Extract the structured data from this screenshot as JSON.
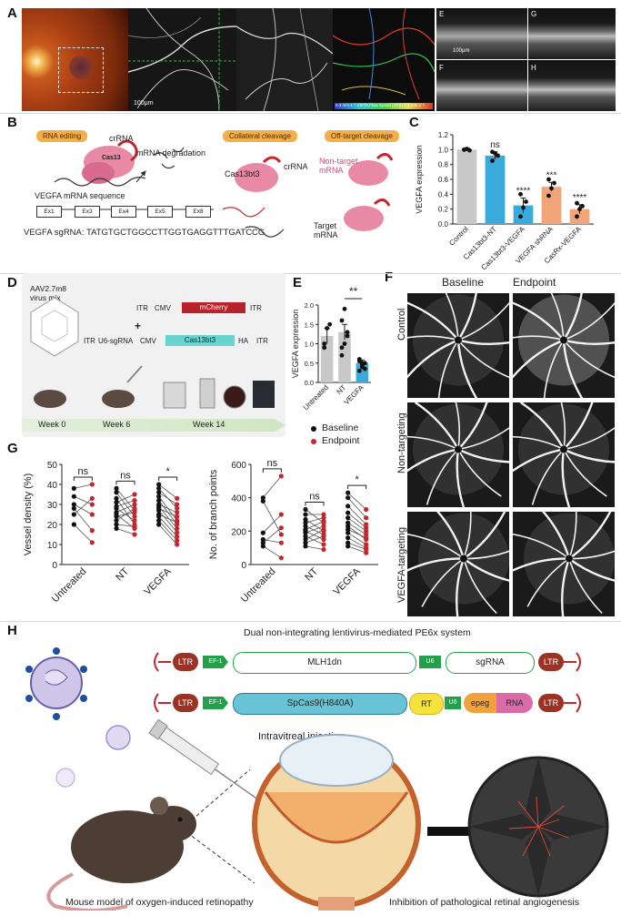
{
  "panel_labels": {
    "A": "A",
    "B": "B",
    "C": "C",
    "D": "D",
    "E": "E",
    "F": "F",
    "G": "G",
    "H": "H"
  },
  "panelA": {
    "scale_bar_1": "100μm",
    "scale_bar_2": "100μm",
    "flow_legend": "0.3 mm s⁻¹   VISTA Flow Speed (VFS)   2.5 mm s⁻¹",
    "oct_labels": [
      "E",
      "G",
      "F",
      "H"
    ]
  },
  "panelB": {
    "badges": [
      "RNA editing",
      "Collateral cleavage",
      "Off-target cleavage"
    ],
    "crRNA_1": "crRNA",
    "mrna_degradation": "mRNA degradation",
    "cas13": "Cas13",
    "vegfa_mrna": "VEGFA mRNA sequence",
    "exons": [
      "Ex1",
      "Ex3",
      "Ex4",
      "Ex5",
      "Ex8"
    ],
    "sgrna_line": "VEGFA sgRNA: TATGTGCTGGCCTTGGTGAGGTTTGATCCG",
    "cas13bt3": "Cas13bt3",
    "crRNA_2": "crRNA",
    "non_target": "Non-target mRNA",
    "target": "Target mRNA"
  },
  "panelD": {
    "virus_mix": "AAV2.7m8 virus mix",
    "construct1": {
      "itr_left": "ITR",
      "cmv": "CMV",
      "gene": "mCherry",
      "itr_right": "ITR"
    },
    "plus": "+",
    "construct2": {
      "itr_left": "ITR",
      "u6": "U6-sgRNA",
      "cmv": "CMV",
      "gene": "Cas13bt3",
      "ha": "HA",
      "itr_right": "ITR"
    },
    "timeline": [
      "Week 0",
      "Week 6",
      "Week 14"
    ]
  },
  "panelF": {
    "col_headers": [
      "Baseline",
      "Endpoint"
    ],
    "row_labels": [
      "Control",
      "Non-targeting",
      "VEGFA-targeting"
    ]
  },
  "panelH": {
    "title": "Dual non-integrating lentivirus-mediated PE6x system",
    "vector1": {
      "ltr_left": "LTR",
      "ef1": "EF-1",
      "gene": "MLH1dn",
      "u6": "U6",
      "sgrna": "sgRNA",
      "ltr_right": "LTR"
    },
    "vector2": {
      "ltr_left": "LTR",
      "ef1": "EF-1",
      "gene": "SpCas9(H840A)",
      "rt": "RT",
      "u6": "U6",
      "epeg": "epeg",
      "rna": "RNA",
      "ltr_right": "LTR"
    },
    "injection": "Intravitreal injection",
    "mouse_caption": "Mouse model of oxygen-induced retinopathy",
    "outcome_caption": "Inhibition of pathological retinal angiogenesis"
  },
  "colors": {
    "baseline": "#111111",
    "endpoint": "#c0282d",
    "bar_gray": "#c8c8c8",
    "bar_blue": "#3aa9dc",
    "bar_orange": "#f3a57a",
    "badge": "#f3b04a"
  },
  "chart_data": [
    {
      "id": "C",
      "type": "bar",
      "ylabel": "VEGFA expression",
      "ylim": [
        0,
        1.2
      ],
      "yticks": [
        "0.0",
        "0.2",
        "0.4",
        "0.6",
        "0.8",
        "1.0",
        "1.2"
      ],
      "categories": [
        "Control",
        "Cas13bt3-NT",
        "Cas13bt3-VEGFA",
        "VEGFA shRNA",
        "CasRx-VEGFA"
      ],
      "values": [
        1.0,
        0.92,
        0.25,
        0.5,
        0.2
      ],
      "errors": [
        0.02,
        0.05,
        0.1,
        0.06,
        0.06
      ],
      "bar_colors": [
        "#c8c8c8",
        "#3aa9dc",
        "#3aa9dc",
        "#f3a57a",
        "#f3a57a"
      ],
      "points": [
        [
          1.0,
          1.01,
          0.99,
          1.0
        ],
        [
          0.85,
          0.95,
          0.92,
          0.97
        ],
        [
          0.1,
          0.22,
          0.3,
          0.4
        ],
        [
          0.38,
          0.48,
          0.55,
          0.6
        ],
        [
          0.1,
          0.2,
          0.24,
          0.28
        ]
      ],
      "significance": [
        "",
        "ns",
        "****",
        "***",
        "****"
      ]
    },
    {
      "id": "E",
      "type": "bar",
      "ylabel": "VEGFA expression",
      "ylim": [
        0,
        2.0
      ],
      "yticks": [
        "0.0",
        "0.5",
        "1.0",
        "1.5",
        "2.0"
      ],
      "categories": [
        "Untreated",
        "NT",
        "VEGFA"
      ],
      "values": [
        1.2,
        1.3,
        0.5
      ],
      "errors": [
        0.2,
        0.2,
        0.08
      ],
      "bar_colors": [
        "#c8c8c8",
        "#c8c8c8",
        "#3aa9dc"
      ],
      "points": [
        [
          0.9,
          1.4,
          1.5,
          1.0
        ],
        [
          0.7,
          1.0,
          1.2,
          1.6,
          1.9,
          1.3,
          0.9
        ],
        [
          0.3,
          0.4,
          0.5,
          0.6,
          0.45,
          0.35,
          0.55,
          0.5
        ]
      ],
      "significance_bracket": {
        "from": "NT",
        "to": "VEGFA",
        "label": "**"
      }
    },
    {
      "id": "G-left",
      "type": "line",
      "ylabel": "Vessel density (%)",
      "ylim": [
        0,
        50
      ],
      "yticks": [
        "0",
        "10",
        "20",
        "30",
        "40",
        "50"
      ],
      "categories": [
        "Untreated",
        "NT",
        "VEGFA"
      ],
      "legend": [
        "Baseline",
        "Endpoint"
      ],
      "pairs": [
        [
          [
            38,
            40
          ],
          [
            34,
            30
          ],
          [
            30,
            25
          ],
          [
            28,
            17
          ],
          [
            25,
            33
          ],
          [
            20,
            11
          ]
        ],
        [
          [
            38,
            27
          ],
          [
            36,
            24
          ],
          [
            33,
            20
          ],
          [
            31,
            35
          ],
          [
            29,
            32
          ],
          [
            28,
            22
          ],
          [
            26,
            30
          ],
          [
            25,
            18
          ],
          [
            24,
            26
          ],
          [
            22,
            28
          ],
          [
            20,
            19
          ],
          [
            18,
            15
          ]
        ],
        [
          [
            40,
            33
          ],
          [
            38,
            28
          ],
          [
            36,
            30
          ],
          [
            34,
            22
          ],
          [
            32,
            20
          ],
          [
            30,
            26
          ],
          [
            29,
            18
          ],
          [
            28,
            24
          ],
          [
            27,
            16
          ],
          [
            25,
            21
          ],
          [
            24,
            14
          ],
          [
            22,
            12
          ],
          [
            20,
            10
          ]
        ]
      ],
      "significance": [
        "ns",
        "ns",
        "*"
      ]
    },
    {
      "id": "G-right",
      "type": "line",
      "ylabel": "No. of branch points",
      "ylim": [
        0,
        600
      ],
      "yticks": [
        "0",
        "200",
        "400",
        "600"
      ],
      "categories": [
        "Untreated",
        "NT",
        "VEGFA"
      ],
      "pairs": [
        [
          [
            400,
            530
          ],
          [
            380,
            180
          ],
          [
            190,
            300
          ],
          [
            150,
            130
          ],
          [
            130,
            220
          ],
          [
            110,
            40
          ]
        ],
        [
          [
            330,
            250
          ],
          [
            300,
            300
          ],
          [
            270,
            200
          ],
          [
            250,
            280
          ],
          [
            230,
            180
          ],
          [
            210,
            260
          ],
          [
            200,
            150
          ],
          [
            190,
            230
          ],
          [
            170,
            120
          ],
          [
            150,
            210
          ],
          [
            130,
            170
          ],
          [
            110,
            90
          ]
        ],
        [
          [
            430,
            330
          ],
          [
            400,
            280
          ],
          [
            350,
            240
          ],
          [
            310,
            220
          ],
          [
            280,
            200
          ],
          [
            250,
            180
          ],
          [
            230,
            150
          ],
          [
            210,
            160
          ],
          [
            190,
            120
          ],
          [
            160,
            100
          ],
          [
            130,
            90
          ],
          [
            110,
            70
          ]
        ]
      ],
      "significance": [
        "ns",
        "ns",
        "*"
      ]
    }
  ]
}
